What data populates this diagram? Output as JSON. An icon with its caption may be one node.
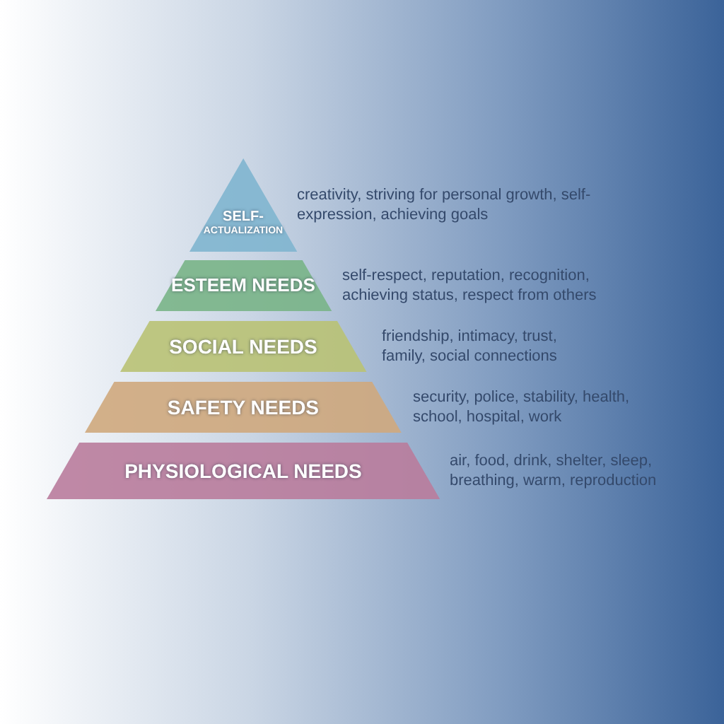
{
  "diagram": {
    "nodes": [
      {
        "text": [
          "SELF-",
          "ACTUALIZATION"
        ],
        "beside": [
          "creativity, striving for personal growth, self-expression, achieving goals"
        ]
      },
      {
        "text": [
          "ESTEEM NEEDS"
        ],
        "beside": [
          "self-respect, reputation, recognition, achieving status, respect from others"
        ]
      },
      {
        "text": [
          "SOCIAL NEEDS"
        ],
        "beside": [
          "friendship, intimacy, trust, family, social connections"
        ]
      },
      {
        "text": [
          "SAFETY NEEDS"
        ],
        "beside": [
          "security, police, stability, health, school, hospital, work"
        ]
      },
      {
        "text": [
          "PHYSIOLOGICAL NEEDS"
        ],
        "beside": [
          "air, food, drink, shelter, sleep, breathing, warm, reproduction"
        ]
      }
    ]
  }
}
